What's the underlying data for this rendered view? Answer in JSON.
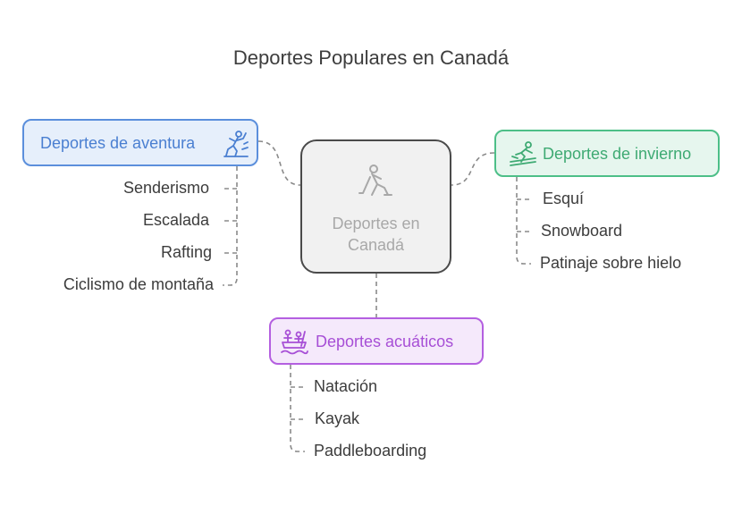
{
  "title": "Deportes Populares en Canadá",
  "center": {
    "label": "Deportes en Canadá",
    "icon": "hockey-player-icon"
  },
  "branches": {
    "adventure": {
      "label": "Deportes de aventura",
      "icon": "climber-icon",
      "color": "#5b8fdc",
      "items": [
        "Senderismo",
        "Escalada",
        "Rafting",
        "Ciclismo de montaña"
      ]
    },
    "winter": {
      "label": "Deportes de invierno",
      "icon": "snowboarder-icon",
      "color": "#4dbf88",
      "items": [
        "Esquí",
        "Snowboard",
        "Patinaje sobre hielo"
      ]
    },
    "water": {
      "label": "Deportes acuáticos",
      "icon": "rafting-icon",
      "color": "#b45fe0",
      "items": [
        "Natación",
        "Kayak",
        "Paddleboarding"
      ]
    }
  }
}
